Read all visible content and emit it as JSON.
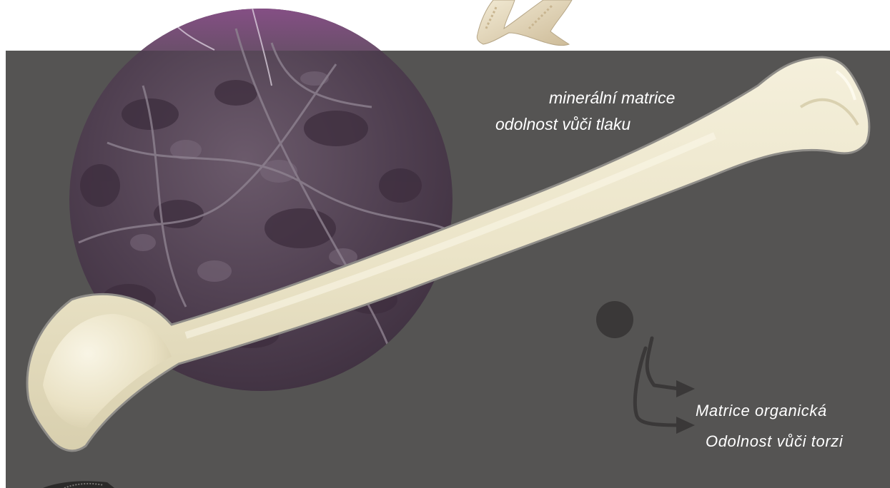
{
  "labels": {
    "mineral_matrix": "minerální matrice",
    "pressure_resistance": "odolnost vůči tlaku",
    "organic_matrix": "Matrice organická",
    "torsion_resistance": "Odolnost vůči torzi"
  },
  "colors": {
    "background_panel": "#555453",
    "page": "#ffffff",
    "bone_fill": "#ece6cc",
    "bone_outline": "#8b8a86",
    "micrograph_tint": "#5e4a5e",
    "dot": "#3a3838",
    "arrow": "#3a3838",
    "text": "#ffffff"
  },
  "icons": {
    "bone": "long-bone-illustration",
    "micrograph": "bone-tissue-micrograph",
    "dot": "dark-dot",
    "arrows": "branching-arrow",
    "top_figure": "bone-fragment-icon",
    "bottom_figure": "ring-fragment-icon"
  }
}
